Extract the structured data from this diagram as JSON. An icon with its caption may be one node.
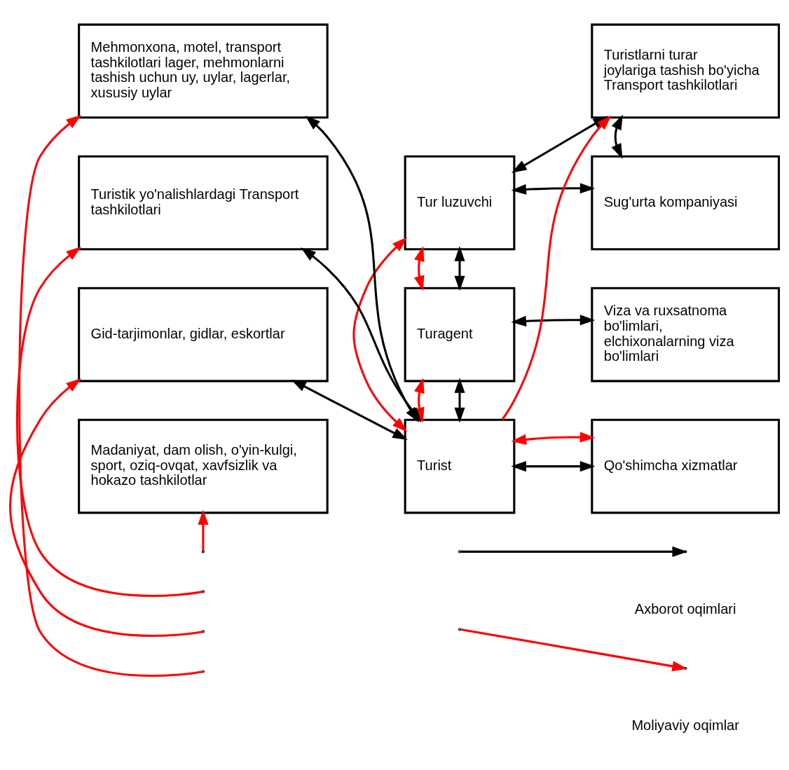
{
  "diagram": {
    "nodes": [
      {
        "text": [
          "Mehmonxona, motel, transport tashkilotlari lager, mehmonlarni tashish uchun uy, uylar, lagerlar, xususiy uylar"
        ]
      },
      {
        "text": [
          "Turistik yo'nalishlardagi Transport tashkilotlari"
        ]
      },
      {
        "text": [
          "Gid-tarjimonlar, gidlar, eskortlar"
        ]
      },
      {
        "text": [
          "Madaniyat, dam olish, o'yin-kulgi, sport, oziq-ovqat, xavfsizlik va hokazo tashkilotlar"
        ]
      },
      {
        "text": [
          "Turistlarni turar joylariga tashish bo'yicha Transport tashkilotlari"
        ]
      },
      {
        "text": [
          "Tur luzuvchi"
        ]
      },
      {
        "text": [
          "Sug'urta kompaniyasi"
        ]
      },
      {
        "text": [
          "Turagent"
        ]
      },
      {
        "text": [
          "Viza va ruxsatnoma bo'limlari, elchixonalarning viza bo'limlari"
        ]
      },
      {
        "text": [
          "Turist"
        ]
      },
      {
        "text": [
          "Qo'shimcha xizmatlar"
        ]
      }
    ],
    "edges": [
      {
        "from": 9,
        "to": 0,
        "arrow": "both"
      },
      {
        "from": 9,
        "to": 1,
        "arrow": "both"
      },
      {
        "from": 9,
        "to": 2,
        "arrow": "both"
      },
      {
        "from": null,
        "to": 0,
        "arrow": "to",
        "color": "#ff0000"
      },
      {
        "from": null,
        "to": 1,
        "arrow": "to",
        "color": "#ff0000"
      },
      {
        "from": null,
        "to": 2,
        "arrow": "to",
        "color": "#ff0000"
      },
      {
        "from": null,
        "to": 3,
        "arrow": "to",
        "color": "#ff0000"
      },
      {
        "from": 5,
        "to": 4,
        "arrow": "both"
      },
      {
        "from": 4,
        "to": 6,
        "arrow": "both"
      },
      {
        "from": 5,
        "to": 6,
        "arrow": "both"
      },
      {
        "from": 9,
        "to": 4,
        "arrow": "to",
        "color": "#ff0000"
      },
      {
        "from": 5,
        "to": 7,
        "arrow": "both"
      },
      {
        "from": 5,
        "to": 7,
        "arrow": "both",
        "color": "#ff0000"
      },
      {
        "from": 5,
        "to": 9,
        "arrow": "both",
        "color": "#ff0000"
      },
      {
        "from": 7,
        "to": 8,
        "arrow": "both"
      },
      {
        "from": 7,
        "to": 9,
        "arrow": "both"
      },
      {
        "from": 7,
        "to": 9,
        "arrow": "both",
        "color": "#ff0000"
      },
      {
        "from": 9,
        "to": 10,
        "arrow": "both"
      },
      {
        "from": 9,
        "to": 10,
        "arrow": "both",
        "color": "#ff0000"
      }
    ],
    "legend": [
      {
        "text": "Axborot oqimlari",
        "color": "#000000"
      },
      {
        "text": "Moliyaviy oqimlar",
        "color": "#ff0000"
      }
    ]
  }
}
